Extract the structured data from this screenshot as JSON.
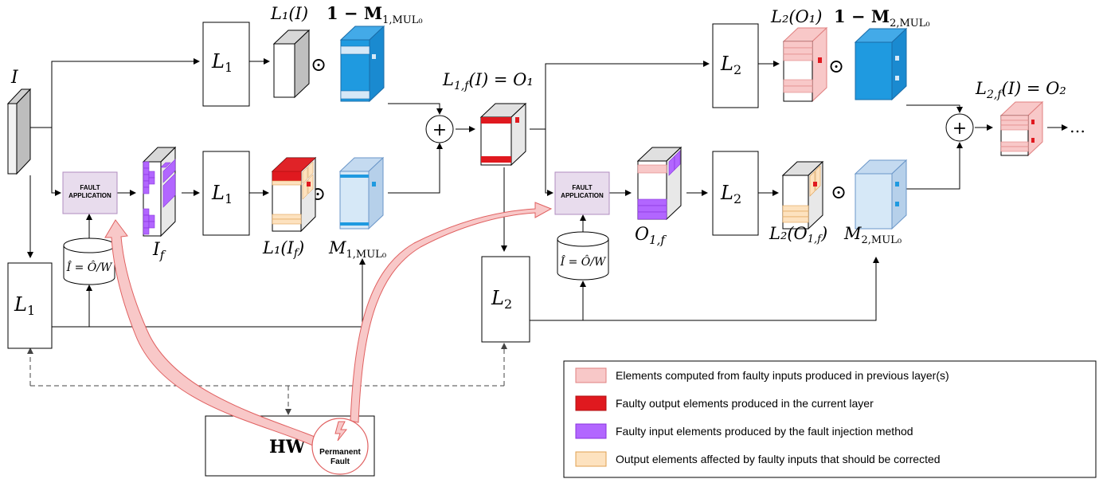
{
  "colors": {
    "faulty_prev": "#f8c8c8",
    "faulty_prev_edge": "#e08080",
    "faulty_out": "#e0191f",
    "faulty_in": "#b266ff",
    "faulty_in_edge": "#8833dd",
    "affected": "#fde2bf",
    "affected_edge": "#e0a050",
    "mask_dark": "#1f9ae0",
    "mask_light": "#d6e8f7",
    "fault_box": "#e8dced",
    "fault_box_edge": "#b08cc0",
    "fault_arrow": "#f8c8c8",
    "fault_arrow_edge": "#e06060",
    "front_gray": "#f2f2f2",
    "side_gray": "#d8d8d8"
  },
  "labels": {
    "input": "I",
    "l1": "L",
    "l1_sub": "1",
    "l2": "L",
    "l2_sub": "2",
    "l1_I": "L₁(I)",
    "one_minus_m1": "𝟏 − M",
    "m1_sub": "1,MUL₀",
    "l1_if": "L₁(I",
    "if_label": "I",
    "if_sub": "f",
    "m1_label": "M",
    "l1f_eq": "L",
    "l1f_sub": "1,f",
    "l1f_rest": "(I) = O₁",
    "l2_o1": "L₂(O₁)",
    "one_minus_m2": "𝟏 − M",
    "m2_sub": "2,MUL₀",
    "o1f_label": "O",
    "o1f_sub": "1,f",
    "l2_o1f": "L₂(O",
    "m2_label": "M",
    "l2f_eq": "L",
    "l2f_sub": "2,f",
    "l2f_rest": "(I) = O₂",
    "dots": "…",
    "hw": "HW",
    "permanent_fault_1": "Permanent",
    "permanent_fault_2": "Fault",
    "fault_app_1": "FAULT",
    "fault_app_2": "APPLICATION",
    "odot": "⊙",
    "plus": "+",
    "cyl_eq": "Î = Ô/W"
  },
  "legend": [
    {
      "text": "Elements computed from faulty inputs produced in previous layer(s)",
      "color": "#f8c8c8",
      "edge": "#e08080"
    },
    {
      "text": "Faulty output elements produced in the current layer",
      "color": "#e0191f",
      "edge": "#b01010"
    },
    {
      "text": "Faulty input elements produced by the fault injection method",
      "color": "#b266ff",
      "edge": "#8833dd"
    },
    {
      "text": "Output elements affected by faulty inputs that should be corrected",
      "color": "#fde2bf",
      "edge": "#e0a050"
    }
  ]
}
